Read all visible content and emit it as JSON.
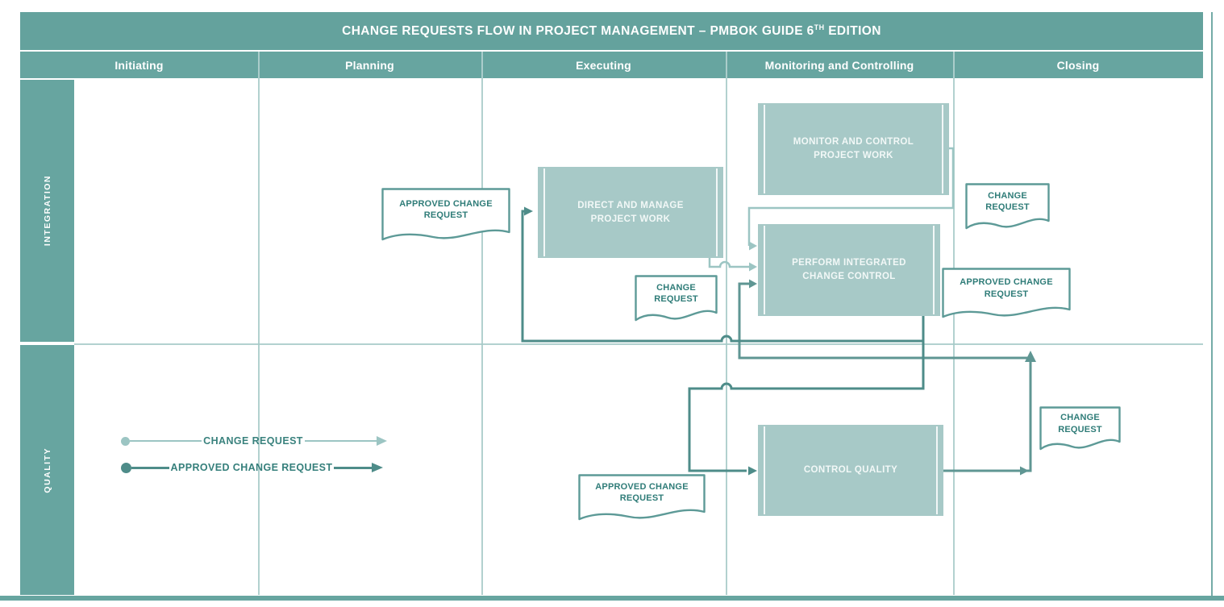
{
  "title": {
    "main": "CHANGE REQUESTS FLOW IN PROJECT MANAGEMENT – PMBOK GUIDE 6",
    "sup": "TH",
    "suffix": " EDITION"
  },
  "columns": [
    {
      "label": "Initiating"
    },
    {
      "label": "Planning"
    },
    {
      "label": "Executing"
    },
    {
      "label": "Monitoring and Controlling"
    },
    {
      "label": "Closing"
    }
  ],
  "rows": [
    {
      "label": "INTEGRATION"
    },
    {
      "label": "QUALITY"
    }
  ],
  "nodes": [
    {
      "id": "monitor-and-control-project-work",
      "label": "MONITOR AND CONTROL PROJECT WORK"
    },
    {
      "id": "direct-and-manage-project-work",
      "label": "DIRECT AND MANAGE PROJECT WORK"
    },
    {
      "id": "perform-integrated-change-control",
      "label": "PERFORM INTEGRATED CHANGE CONTROL"
    },
    {
      "id": "control-quality",
      "label": "CONTROL QUALITY"
    }
  ],
  "documents": [
    {
      "id": "approved-change-request-planning",
      "label": "APPROVED CHANGE REQUEST"
    },
    {
      "id": "change-request-executing",
      "label": "CHANGE REQUEST"
    },
    {
      "id": "change-request-closing-top",
      "label": "CHANGE REQUEST"
    },
    {
      "id": "approved-change-request-closing",
      "label": "APPROVED CHANGE REQUEST"
    },
    {
      "id": "change-request-closing-quality",
      "label": "CHANGE REQUEST"
    },
    {
      "id": "approved-change-request-quality",
      "label": "APPROVED CHANGE REQUEST"
    }
  ],
  "legend": [
    {
      "label": "CHANGE REQUEST",
      "color": "#9cc5c3"
    },
    {
      "label": "APPROVED CHANGE REQUEST",
      "color": "#4e8c89"
    }
  ],
  "colors": {
    "band_teal": "#67a5a0",
    "title_teal": "#64a29d",
    "node_fill": "#a7c9c7",
    "change_request_line": "#9cc5c3",
    "approved_change_request_line": "#4e8c89",
    "quality_loop_line": "#5f9693",
    "document_border": "#5d9a97",
    "document_text": "#2f7c78",
    "grid_line": "#a5c9c7"
  }
}
